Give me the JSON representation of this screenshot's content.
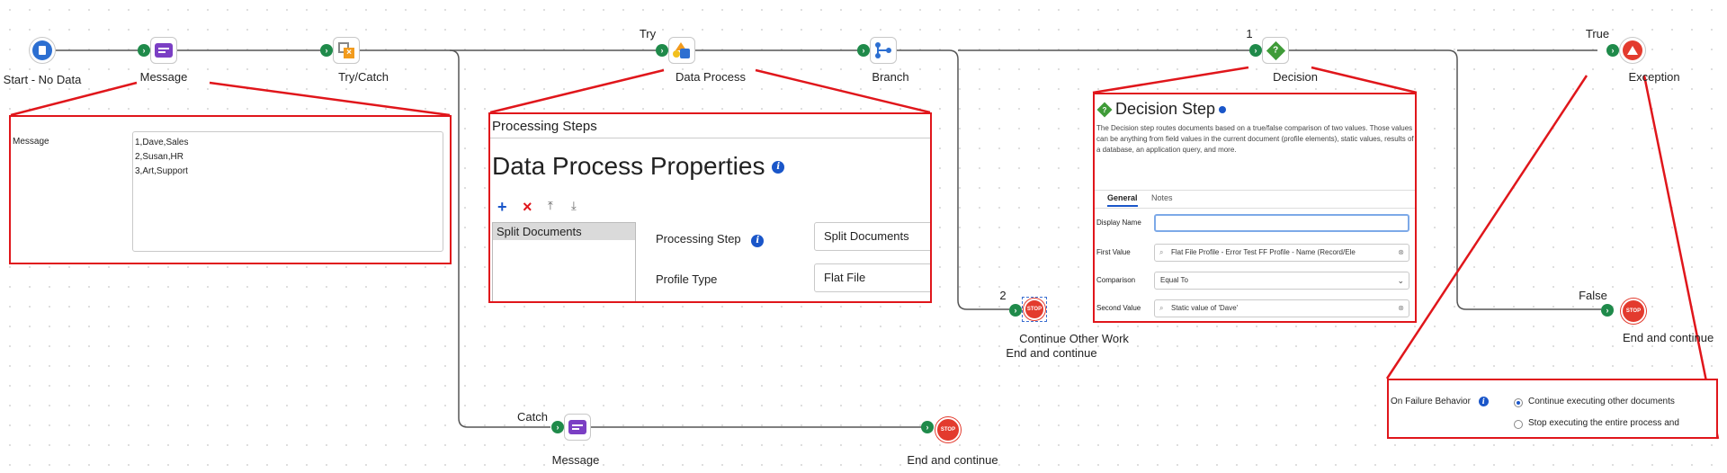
{
  "nodes": {
    "start": {
      "label": "Start - No Data"
    },
    "message": {
      "label": "Message"
    },
    "trycatch": {
      "label": "Try/Catch"
    },
    "data_process": {
      "label": "Data Process",
      "branch_label": "Try"
    },
    "branch": {
      "label": "Branch"
    },
    "decision": {
      "label": "Decision",
      "branch_label": "1"
    },
    "exception": {
      "label": "Exception",
      "branch_label": "True"
    },
    "end_false": {
      "label": "End and continue",
      "branch_label": "False"
    },
    "stop_branch2": {
      "label_line1": "Continue Other Work",
      "label_line2": "End and continue",
      "branch_label": "2"
    },
    "catch_message": {
      "label": "Message",
      "branch_label": "Catch"
    },
    "catch_end": {
      "label": "End and continue"
    }
  },
  "stop_text": "STOP",
  "message_panel": {
    "field_label": "Message",
    "lines": [
      "1,Dave,Sales",
      "2,Susan,HR",
      "3,Art,Support"
    ]
  },
  "data_process_panel": {
    "header": "Processing Steps",
    "title": "Data Process Properties",
    "list_item": "Split Documents",
    "step_label": "Processing Step",
    "step_value": "Split Documents",
    "profile_label": "Profile Type",
    "profile_value": "Flat File"
  },
  "decision_panel": {
    "title": "Decision Step",
    "description": "The Decision step routes documents based on a true/false comparison of two values. Those values can be anything from field values in the current document (profile elements), static values, results of a database, an application query, and more.",
    "tabs": [
      "General",
      "Notes"
    ],
    "display_name_label": "Display Name",
    "display_name_value": "",
    "first_value_label": "First Value",
    "first_value": "Flat File Profile - Error Test FF Profile - Name (Record/Ele",
    "comparison_label": "Comparison",
    "comparison_value": "Equal To",
    "second_value_label": "Second Value",
    "second_value": "Static value of 'Dave'"
  },
  "exception_panel": {
    "label": "On Failure Behavior",
    "options": [
      "Continue executing other documents",
      "Stop executing the entire process and"
    ],
    "selected": 0
  },
  "colors": {
    "callout": "#e0161b",
    "connector": "#1f8a4a",
    "stop": "#e33b2e",
    "info": "#1a56c9",
    "message_icon": "#7b3fc4",
    "branch_icon": "#2d6fd1"
  }
}
